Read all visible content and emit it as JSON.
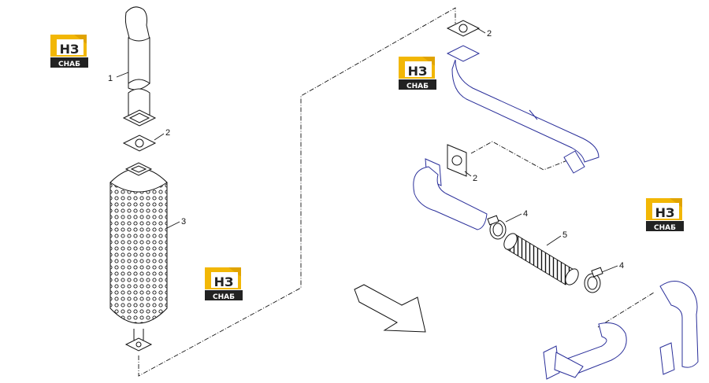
{
  "callouts": {
    "c1": "1",
    "c2a": "2",
    "c2b": "2",
    "c2c": "2",
    "c3": "3",
    "c4a": "4",
    "c4b": "4",
    "c5": "5"
  },
  "watermark": {
    "brand_letters": "НЗ",
    "brand_word": "СНАБ"
  },
  "colors": {
    "line": "#111111",
    "pipe_outline": "#2a2f9a",
    "logo_yellow": "#f2b705",
    "logo_dark": "#222222"
  }
}
